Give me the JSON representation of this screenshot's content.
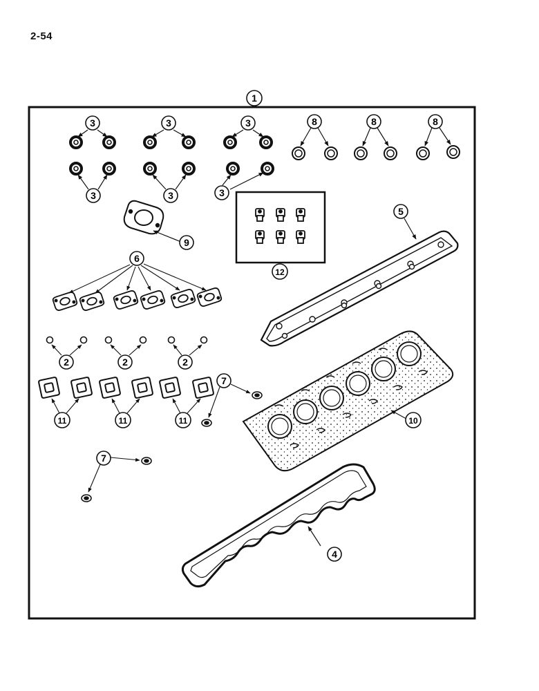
{
  "page_number": "2-54",
  "kit_callout": "1",
  "callouts": {
    "seal3": "3",
    "seal8": "8",
    "gasket9": "9",
    "seals12": "12",
    "gasket5": "5",
    "gaskets6": "6",
    "rings2": "2",
    "gaskets11": "11",
    "washers7": "7",
    "gasket10": "10",
    "gasket4": "4"
  },
  "colors": {
    "ink": "#111111",
    "paper": "#ffffff"
  }
}
